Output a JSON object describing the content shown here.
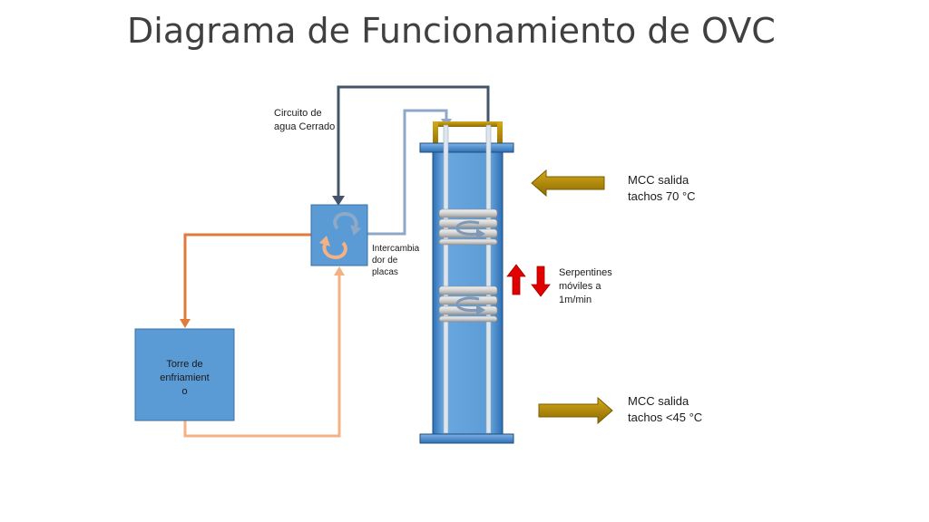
{
  "title": "Diagrama de Funcionamiento de OVC",
  "labels": {
    "closed_circuit": [
      "Circuito de",
      "agua Cerrado"
    ],
    "heat_exchanger": [
      "Intercambia",
      "dor de",
      "placas"
    ],
    "cooling_tower": [
      "Torre de",
      "enfriamient",
      "o"
    ],
    "coils": [
      "Serpentines",
      "móviles a",
      "1m/min"
    ],
    "mcc_in": [
      "MCC salida",
      "tachos 70 °C"
    ],
    "mcc_out": [
      "MCC salida",
      "tachos <45 °C"
    ]
  },
  "colors": {
    "dark_pipe": "#44546a",
    "light_pipe": "#8ea9c8",
    "orange_pipe": "#e07b39",
    "light_orange_pipe": "#f4b183",
    "tank_blue": "#5b9bd5",
    "gold": "#bf9000",
    "red": "#e00000"
  }
}
